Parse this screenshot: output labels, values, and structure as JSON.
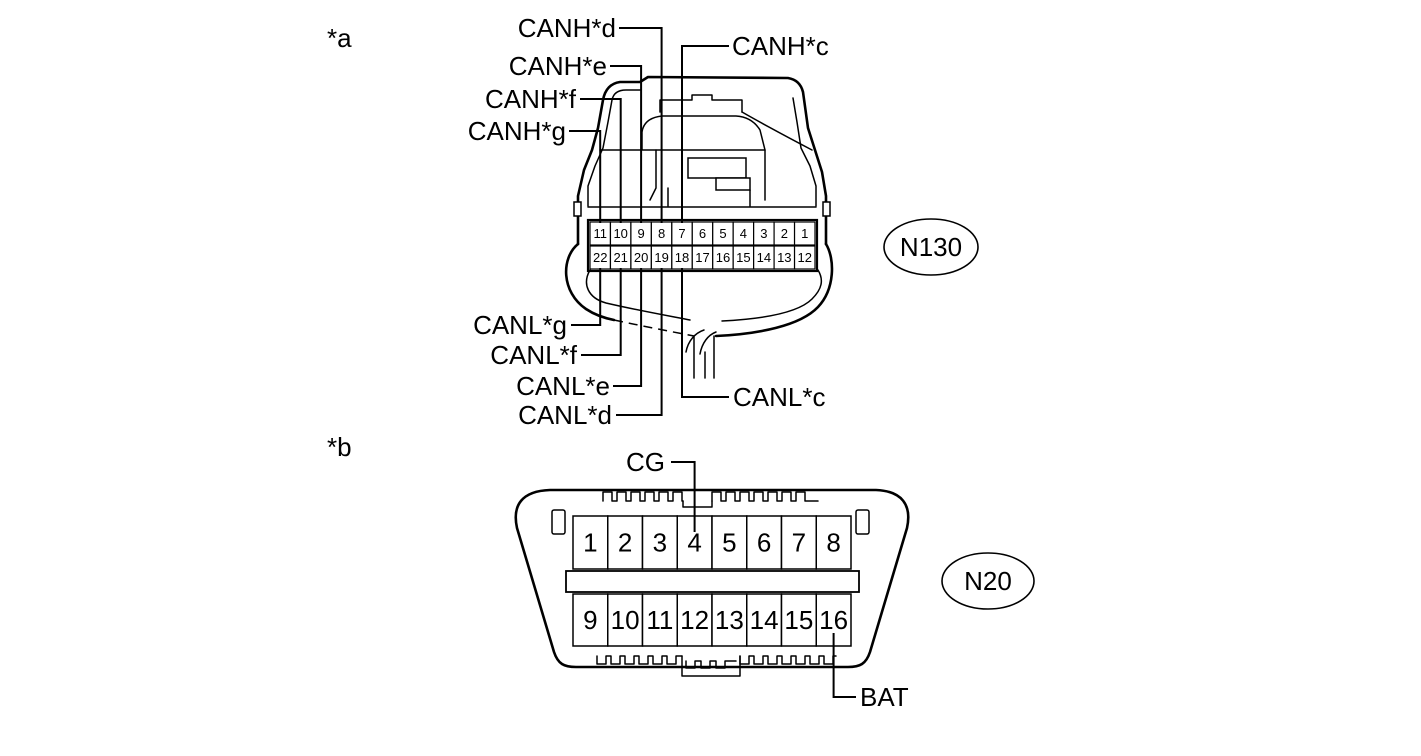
{
  "section_a": {
    "label": "*a",
    "connector_id": "N130",
    "pins_top": [
      "11",
      "10",
      "9",
      "8",
      "7",
      "6",
      "5",
      "4",
      "3",
      "2",
      "1"
    ],
    "pins_bottom": [
      "22",
      "21",
      "20",
      "19",
      "18",
      "17",
      "16",
      "15",
      "14",
      "13",
      "12"
    ],
    "terminals": {
      "canh_d": "CANH*d",
      "canh_c": "CANH*c",
      "canh_e": "CANH*e",
      "canh_f": "CANH*f",
      "canh_g": "CANH*g",
      "canl_g": "CANL*g",
      "canl_f": "CANL*f",
      "canl_e": "CANL*e",
      "canl_d": "CANL*d",
      "canl_c": "CANL*c"
    }
  },
  "section_b": {
    "label": "*b",
    "connector_id": "N20",
    "pins_top": [
      "1",
      "2",
      "3",
      "4",
      "5",
      "6",
      "7",
      "8"
    ],
    "pins_bottom": [
      "9",
      "10",
      "11",
      "12",
      "13",
      "14",
      "15",
      "16"
    ],
    "terminals": {
      "cg": "CG",
      "bat": "BAT"
    }
  }
}
